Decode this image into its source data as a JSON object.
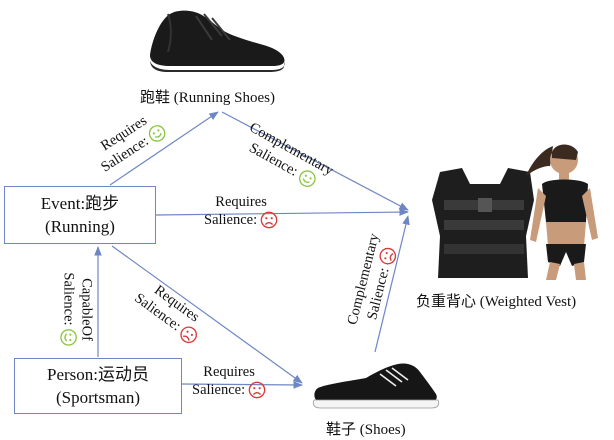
{
  "nodes": {
    "event": {
      "line1": "Event:跑步",
      "line2": "(Running)"
    },
    "person": {
      "line1": "Person:运动员",
      "line2": "(Sportsman)"
    }
  },
  "images": {
    "running_shoes": {
      "caption": "跑鞋 (Running Shoes)"
    },
    "weighted_vest": {
      "caption": "负重背心 (Weighted Vest)"
    },
    "shoes": {
      "caption": "鞋子 (Shoes)"
    }
  },
  "edges": [
    {
      "id": "event-runningshoes",
      "relation": "Requires",
      "salience_label": "Salience:",
      "salience": "positive"
    },
    {
      "id": "runningshoes-vest",
      "relation": "Complementary",
      "salience_label": "Salience:",
      "salience": "positive"
    },
    {
      "id": "event-vest",
      "relation": "Requires",
      "salience_label": "Salience:",
      "salience": "negative"
    },
    {
      "id": "shoes-vest",
      "relation": "Complementary",
      "salience_label": "Salience:",
      "salience": "negative"
    },
    {
      "id": "person-event",
      "relation": "CapableOf",
      "salience_label": "Salience:",
      "salience": "positive"
    },
    {
      "id": "event-shoes",
      "relation": "Requires",
      "salience_label": "Salience:",
      "salience": "negative"
    },
    {
      "id": "person-shoes",
      "relation": "Requires",
      "salience_label": "Salience:",
      "salience": "negative"
    }
  ],
  "colors": {
    "node_border": "#6e86c4",
    "edge": "#6e86c4",
    "positive": "#8cc63f",
    "negative": "#d83a3a"
  }
}
